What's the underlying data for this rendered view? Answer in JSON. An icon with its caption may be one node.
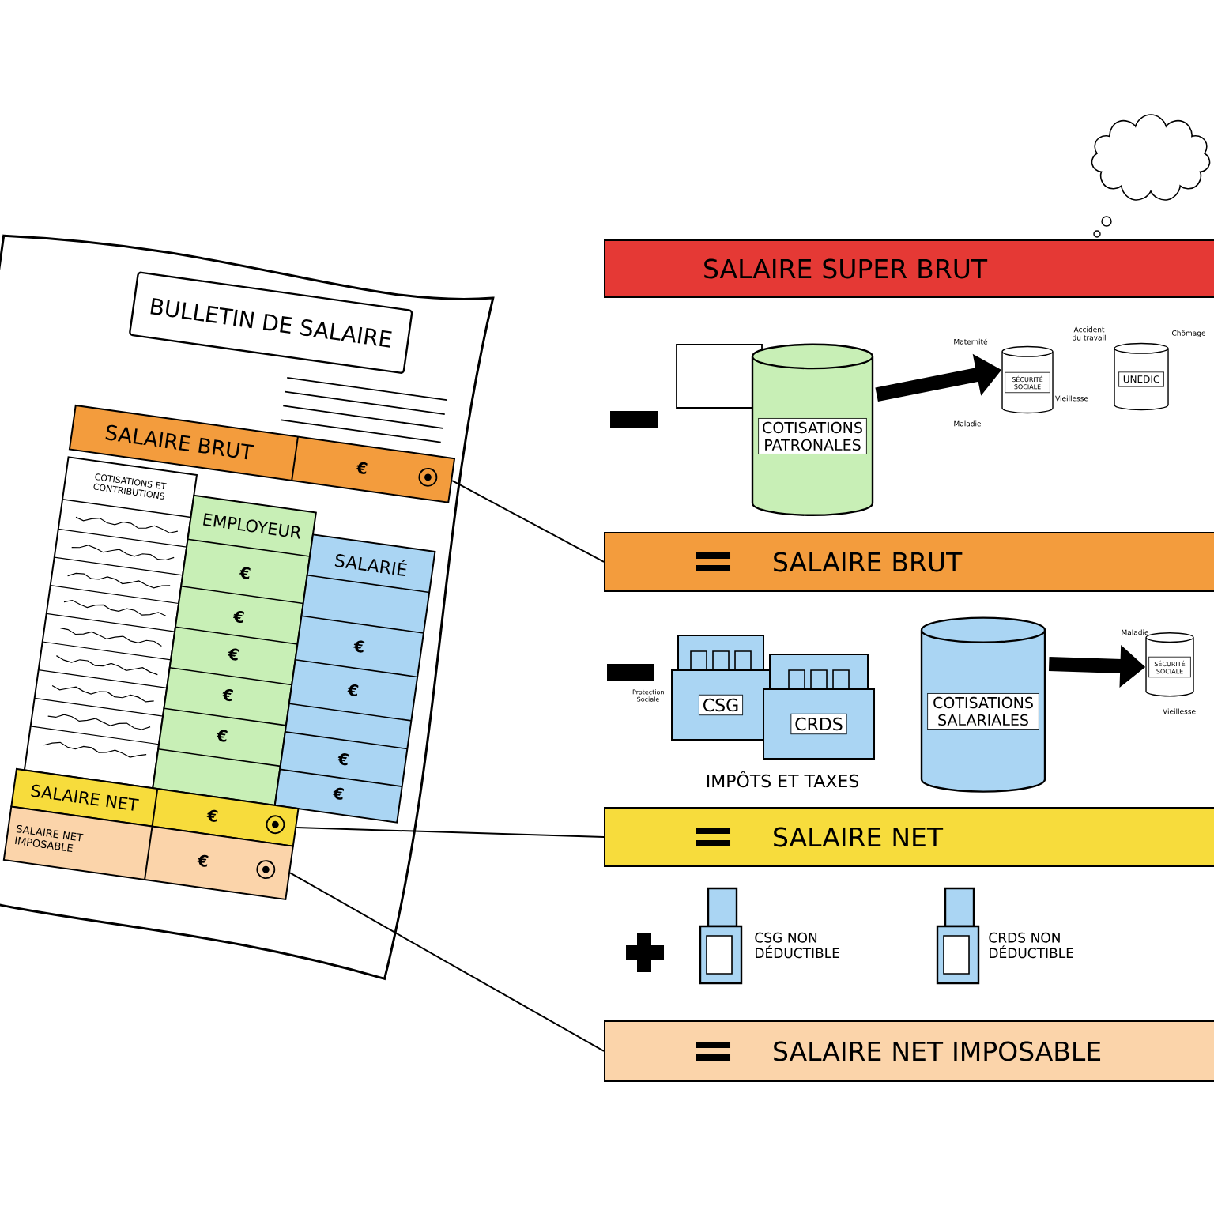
{
  "diagram": {
    "nodes": [
      {
        "text": [
          "BULLETIN DE SALAIRE"
        ]
      },
      {
        "text": [
          "SALAIRE BRUT",
          "€"
        ],
        "in": 0
      },
      {
        "text": [
          "COTISATIONS ET CONTRIBUTIONS"
        ],
        "in": 0
      },
      {
        "text": [
          "EMPLOYEUR",
          "€",
          "€",
          "€",
          "€",
          "€"
        ],
        "in": 0
      },
      {
        "text": [
          "SALARIÉ",
          "€",
          "€",
          "€",
          "€"
        ],
        "in": 0
      },
      {
        "text": [
          "SALAIRE NET",
          "€"
        ],
        "in": 0
      },
      {
        "text": [
          "SALAIRE NET IMPOSABLE",
          "€"
        ],
        "in": 0
      },
      {
        "text": [
          "SALAIRE SUPER BRUT"
        ]
      },
      {
        "text": [
          "COTISATIONS PATRONALES"
        ]
      },
      {
        "text": [
          "SÉCURITÉ SOCIALE"
        ]
      },
      {
        "text": [
          "UNEDIC"
        ]
      },
      {
        "text": [
          "SALAIRE BRUT"
        ]
      },
      {
        "text": [
          "CSG"
        ]
      },
      {
        "text": [
          "CRDS"
        ]
      },
      {
        "text": [
          "COTISATIONS SALARIALES"
        ]
      },
      {
        "text": [
          "SÉCURITÉ SOCIALE"
        ]
      },
      {
        "text": [
          "SALAIRE NET"
        ]
      },
      {
        "text": [
          "SALAIRE NET IMPOSABLE"
        ]
      }
    ],
    "edges": [
      {
        "from": 8,
        "to": 9,
        "arrow": "to",
        "style": "thick"
      },
      {
        "from": 14,
        "to": 15,
        "arrow": "to",
        "style": "thick"
      },
      {
        "from": 1,
        "to": 11,
        "arrow": "none"
      },
      {
        "from": 5,
        "to": 16,
        "arrow": "none"
      },
      {
        "from": 6,
        "to": 17,
        "arrow": "none"
      }
    ],
    "labels": [
      "Maternité",
      "Accident du travail",
      "Maladie",
      "Vieillesse",
      "Chômage",
      "Protection Sociale",
      "IMPÔTS ET TAXES",
      "Maladie",
      "Vieillesse",
      "CSG NON DÉDUCTIBLE",
      "CRDS NON DÉDUCTIBLE"
    ]
  }
}
